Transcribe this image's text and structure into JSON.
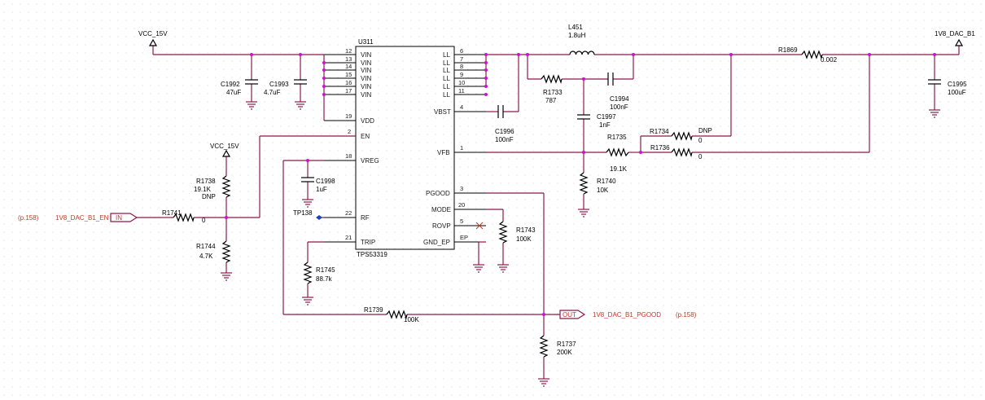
{
  "ic": {
    "ref": "U311",
    "part": "TPS53319",
    "left_pins": [
      {
        "num": "12",
        "name": "VIN"
      },
      {
        "num": "13",
        "name": "VIN"
      },
      {
        "num": "14",
        "name": "VIN"
      },
      {
        "num": "15",
        "name": "VIN"
      },
      {
        "num": "16",
        "name": "VIN"
      },
      {
        "num": "17",
        "name": "VIN"
      },
      {
        "num": "19",
        "name": "VDD"
      },
      {
        "num": "2",
        "name": "EN"
      },
      {
        "num": "18",
        "name": "VREG"
      },
      {
        "num": "22",
        "name": "RF"
      },
      {
        "num": "21",
        "name": "TRIP"
      }
    ],
    "right_pins": [
      {
        "num": "6",
        "name": "LL"
      },
      {
        "num": "7",
        "name": "LL"
      },
      {
        "num": "8",
        "name": "LL"
      },
      {
        "num": "9",
        "name": "LL"
      },
      {
        "num": "10",
        "name": "LL"
      },
      {
        "num": "11",
        "name": "LL"
      },
      {
        "num": "4",
        "name": "VBST"
      },
      {
        "num": "1",
        "name": "VFB"
      },
      {
        "num": "3",
        "name": "PGOOD"
      },
      {
        "num": "20",
        "name": "MODE"
      },
      {
        "num": "5",
        "name": "ROVP"
      },
      {
        "num": "EP",
        "name": "GND_EP"
      }
    ]
  },
  "nets": {
    "vcc_top": "VCC_15V",
    "vcc_en": "VCC_15V",
    "out_rail": "1V8_DAC_B1",
    "en_in": "1V8_DAC_B1_EN",
    "en_page": "(p.158)",
    "pgood_out": "1V8_DAC_B1_PGOOD",
    "pgood_page": "(p.158)",
    "in_flag": "IN",
    "out_flag": "OUT",
    "tp": "TP138"
  },
  "parts": {
    "c1992": {
      "ref": "C1992",
      "val": "47uF"
    },
    "c1993": {
      "ref": "C1993",
      "val": "4.7uF"
    },
    "c1998": {
      "ref": "C1998",
      "val": "1uF"
    },
    "c1996": {
      "ref": "C1996",
      "val": "100nF"
    },
    "c1994": {
      "ref": "C1994",
      "val": "100nF"
    },
    "c1997": {
      "ref": "C1997",
      "val": "1nF"
    },
    "c1995": {
      "ref": "C1995",
      "val": "100uF"
    },
    "l451": {
      "ref": "L451",
      "val": "1.8uH"
    },
    "r1869": {
      "ref": "R1869",
      "val": "0.002"
    },
    "r1733": {
      "ref": "R1733",
      "val": "787"
    },
    "r1735": {
      "ref": "R1735",
      "val": "19.1K"
    },
    "r1734": {
      "ref": "R1734",
      "val": "0",
      "note": "DNP"
    },
    "r1736": {
      "ref": "R1736",
      "val": "0"
    },
    "r1740": {
      "ref": "R1740",
      "val": "10K"
    },
    "r1738": {
      "ref": "R1738",
      "val": "19.1K",
      "note": "DNP"
    },
    "r1741": {
      "ref": "R1741",
      "val": "0"
    },
    "r1744": {
      "ref": "R1744",
      "val": "4.7K"
    },
    "r1745": {
      "ref": "R1745",
      "val": "88.7k"
    },
    "r1743": {
      "ref": "R1743",
      "val": "100K"
    },
    "r1739": {
      "ref": "R1739",
      "val": "100K"
    },
    "r1737": {
      "ref": "R1737",
      "val": "200K"
    }
  }
}
